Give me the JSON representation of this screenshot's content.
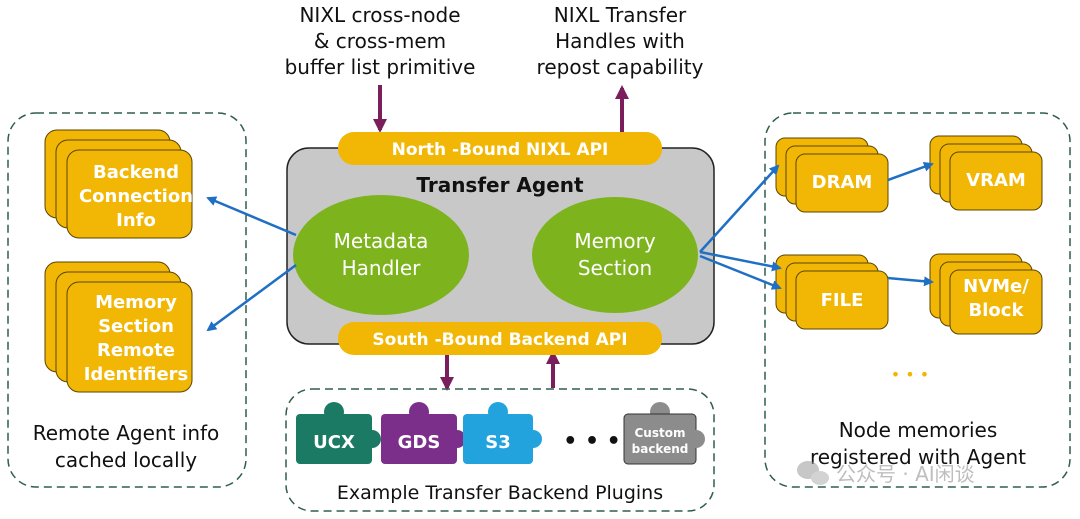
{
  "top_notes": {
    "left": [
      "NIXL cross-node",
      "& cross-mem",
      "buffer list primitive"
    ],
    "right": [
      "NIXL Transfer",
      "Handles with",
      "repost capability"
    ]
  },
  "agent": {
    "title": "Transfer Agent",
    "north_api": "North -Bound NIXL API",
    "south_api": "South -Bound Backend API",
    "metadata_handler": [
      "Metadata",
      "Handler"
    ],
    "memory_section": [
      "Memory",
      "Section"
    ]
  },
  "remote_panel": {
    "card1": [
      "Backend",
      "Connection",
      "Info"
    ],
    "card2": [
      "Memory",
      "Section",
      "Remote",
      "Identifiers"
    ],
    "caption": [
      "Remote Agent info",
      "cached locally"
    ]
  },
  "node_panel": {
    "dram": "DRAM",
    "vram": "VRAM",
    "file": "FILE",
    "nvme": [
      "NVMe/",
      "Block"
    ],
    "ellipsis": "• • •",
    "caption": [
      "Node memories",
      "registered with Agent"
    ]
  },
  "plugins": {
    "ucx": "UCX",
    "gds": "GDS",
    "s3": "S3",
    "dots": "• • •",
    "custom": [
      "Custom",
      "backend"
    ],
    "caption": "Example Transfer Backend Plugins"
  },
  "watermark": "公众号 · AI闲谈",
  "colors": {
    "gold": "#F2B705",
    "green": "#7DB41E",
    "arrow_blue": "#1F6FC4",
    "arrow_purple": "#7A1F5C",
    "ucx": "#1B7A63",
    "gds": "#7B2F8A",
    "s3": "#22A3DD",
    "custom": "#8C8C8C",
    "panel_border": "#2E5E4A"
  }
}
